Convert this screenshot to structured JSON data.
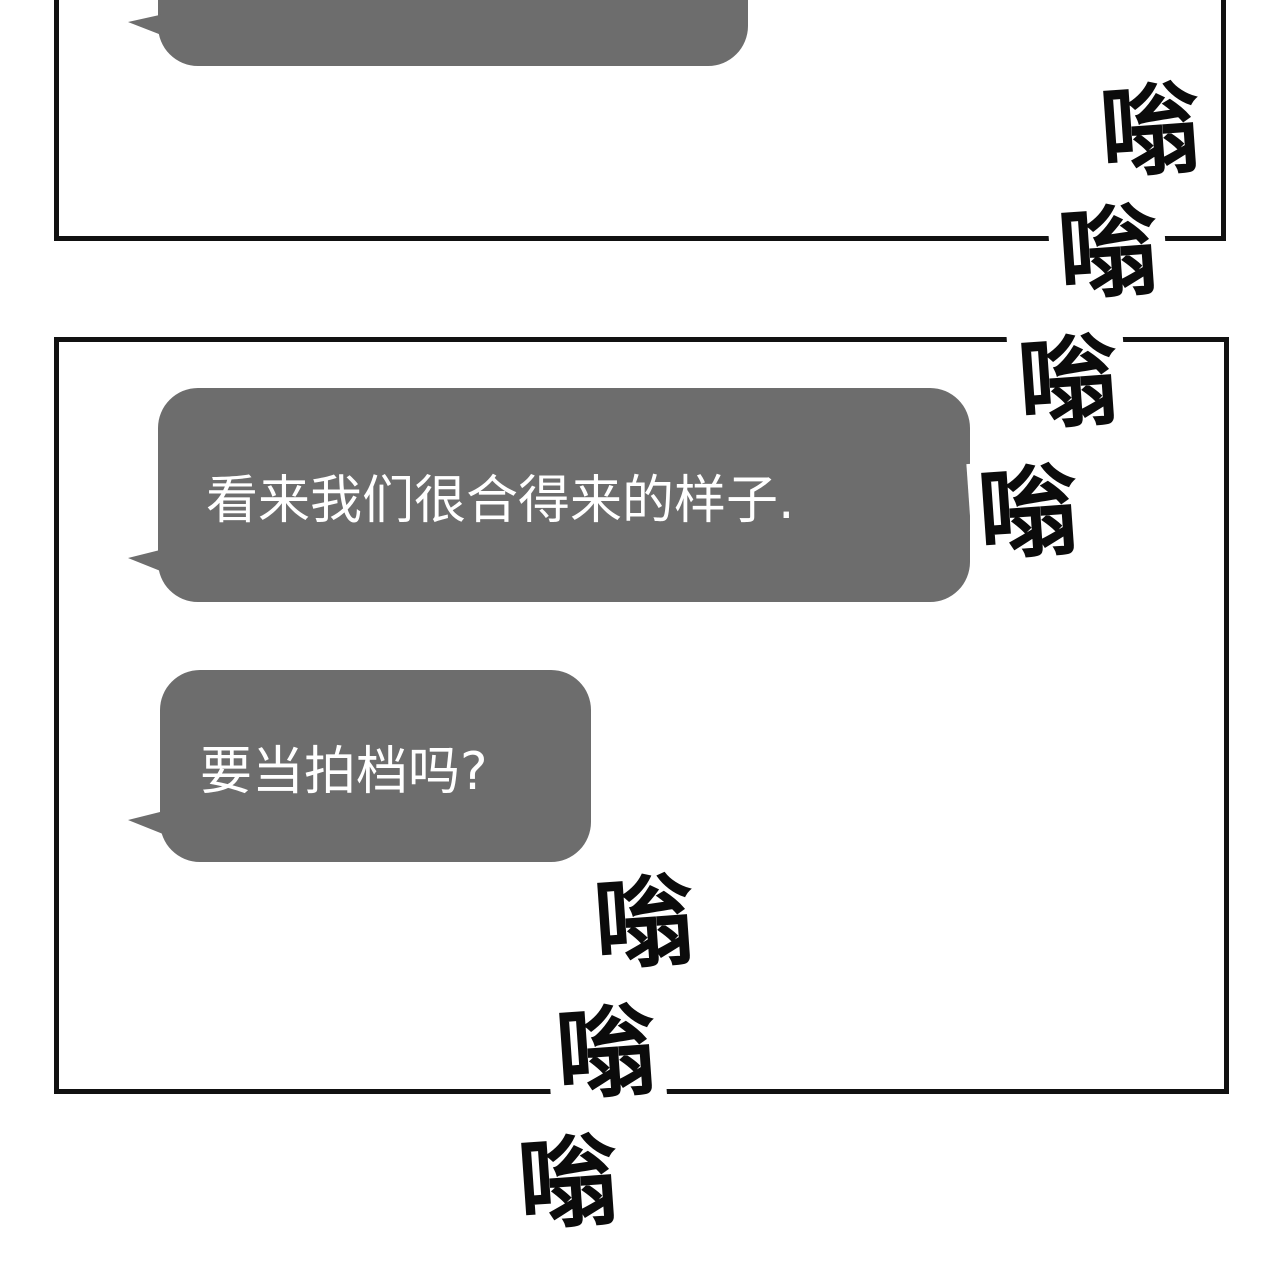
{
  "messages": [
    {
      "text": "看来我们很合得来的样子."
    },
    {
      "text": "要当拍档吗?"
    }
  ],
  "sound_effects": {
    "upper_right": [
      "嗡",
      "嗡",
      "嗡",
      "嗡"
    ],
    "lower_middle": [
      "嗡",
      "嗡",
      "嗡"
    ]
  },
  "colors": {
    "bubble": "#6d6d6d",
    "border": "#111111",
    "text": "#ffffff",
    "sfx": "#0b0b0b"
  }
}
